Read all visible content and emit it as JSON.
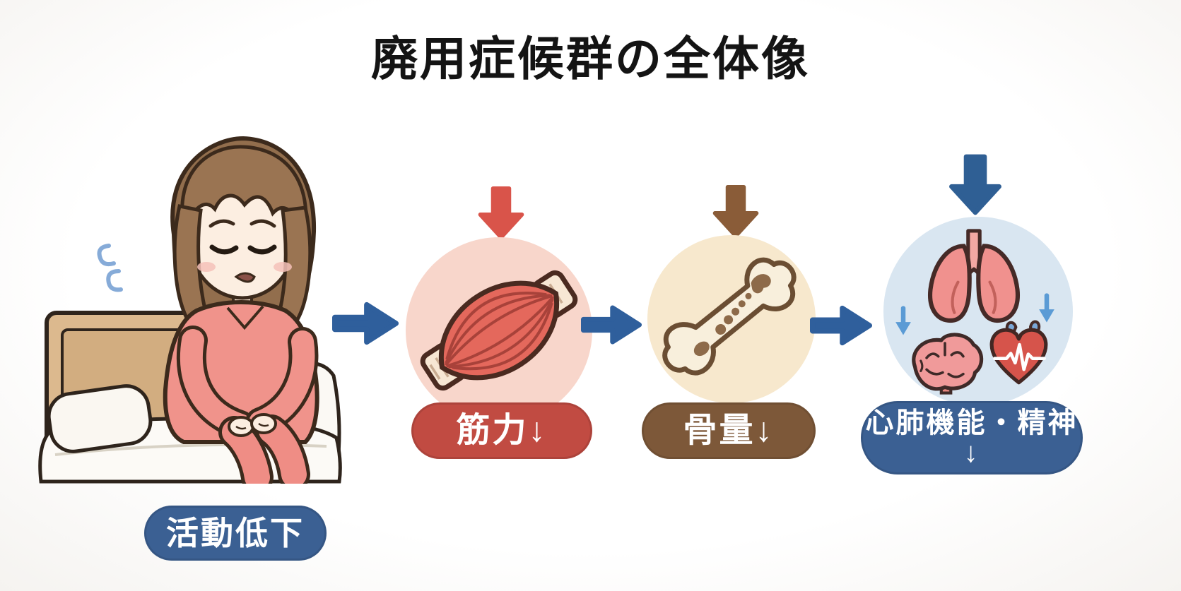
{
  "title": "廃用症候群の全体像",
  "flow": {
    "arrow_color": "#2f5f9c"
  },
  "start": {
    "label": "活動低下",
    "pill_color": "#3b6093"
  },
  "stages": [
    {
      "name": "muscle",
      "label": "筋力↓",
      "pill_color": "#c14b42",
      "circle_color": "#f8d6cb",
      "down_arrow_color": "#d9544a"
    },
    {
      "name": "bone",
      "label": "骨量↓",
      "pill_color": "#7d5839",
      "circle_color": "#f7e8cd",
      "down_arrow_color": "#8a5c38"
    },
    {
      "name": "cardio",
      "label_line1": "心肺機能・精神",
      "label_line2": "↓",
      "pill_color": "#3b6093",
      "circle_color": "#d9e6f1",
      "down_arrow_color": "#2f5f94",
      "sub_arrow_color": "#5b9bd5"
    }
  ]
}
